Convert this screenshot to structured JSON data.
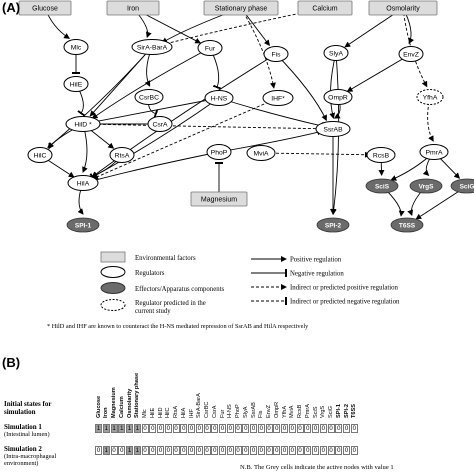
{
  "panel_a_label": "(A)",
  "panel_b_label": "(B)",
  "network": {
    "env_factors": [
      "Glucose",
      "Iron",
      "Stationary phase",
      "Calcium",
      "Osmolarity",
      "Magnesium"
    ],
    "regulators": [
      "Mlc",
      "SirA-BarA",
      "Fur",
      "Fis",
      "SlyA",
      "EnvZ",
      "HilE",
      "CsrBC",
      "H-NS",
      "IHF*",
      "OmpR",
      "YfhA",
      "HilD *",
      "CsrA",
      "SsrAB",
      "HilC",
      "RtsA",
      "MviA",
      "RcsB",
      "PmrA",
      "HilA",
      "PhoP"
    ],
    "effectors": [
      "SciS",
      "VrgS",
      "SciG",
      "SPI-1",
      "SPI-2",
      "T6SS"
    ]
  },
  "legend": {
    "env": "Environmental factors",
    "regulators": "Regulators",
    "effectors": "Effectors/Apparatus components",
    "predicted_1": "Regulator predicted in the",
    "predicted_2": "current study",
    "pos": "Positive regulation",
    "neg": "Negative regulation",
    "ind_pos": "Indirect or predicted positive regulation",
    "ind_neg": "Indirect or predicted negative regulation"
  },
  "footnote": "* HilD and IHF are known to counteract the H-NS mediated repression of SsrAB and HilA respectively",
  "table": {
    "title_1": "Initial states for",
    "title_2": "simulation",
    "columns": [
      "Glucose",
      "Iron",
      "Magnesium",
      "Calcium",
      "Osmolarity",
      "Stationary phase",
      "Mlc",
      "HilE",
      "HilD",
      "HilC",
      "RtsA",
      "HilA",
      "IHF",
      "SirA-BarA",
      "CsrBC",
      "CsrA",
      "Fur",
      "H-NS",
      "PhoP",
      "SlyA",
      "SsrAB",
      "Fis",
      "EnvZ",
      "OmpR",
      "YfhA",
      "MviA",
      "RcsB",
      "PmrA",
      "SciS",
      "VrgS",
      "SciG",
      "SPI-1",
      "SPI-2",
      "T6SS"
    ],
    "bold_columns": [
      "Glucose",
      "Iron",
      "Magnesium",
      "Calcium",
      "Osmolarity",
      "Stationary phase",
      "SPI-1",
      "SPI-2",
      "T6SS"
    ],
    "rows": [
      {
        "name": "Simulation 1",
        "sub_1": "(Intestinal lumen)",
        "sub_2": "",
        "values": [
          1,
          1,
          1,
          1,
          1,
          1,
          0,
          0,
          0,
          0,
          0,
          0,
          0,
          0,
          0,
          0,
          0,
          0,
          0,
          0,
          0,
          0,
          0,
          0,
          0,
          0,
          0,
          0,
          0,
          0,
          0,
          0,
          0,
          0
        ]
      },
      {
        "name": "Simulation 2",
        "sub_1": "(Intra-macrophageal",
        "sub_2": "environment)",
        "values": [
          0,
          1,
          0,
          0,
          1,
          1,
          0,
          0,
          0,
          0,
          0,
          0,
          0,
          0,
          0,
          0,
          0,
          0,
          0,
          0,
          0,
          0,
          0,
          0,
          0,
          0,
          0,
          0,
          0,
          0,
          0,
          0,
          0,
          0
        ]
      }
    ],
    "note": "N.B. The Grey cells indicate the active nodes with value 1"
  }
}
